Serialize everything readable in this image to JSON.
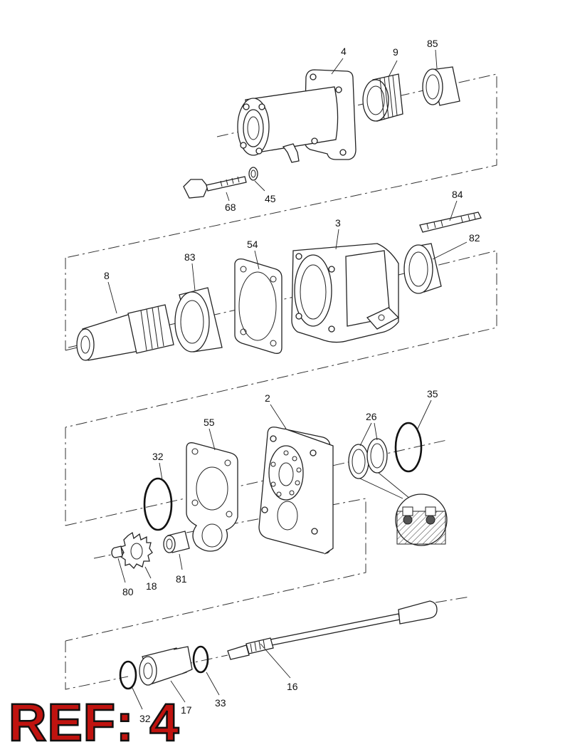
{
  "reference": {
    "label": "REF: 4",
    "color": "#c0130f"
  },
  "callouts": {
    "p4": "4",
    "p9": "9",
    "p85": "85",
    "p68": "68",
    "p45": "45",
    "p84": "84",
    "p3": "3",
    "p82": "82",
    "p54": "54",
    "p83": "83",
    "p8": "8",
    "p2": "2",
    "p35": "35",
    "p26": "26",
    "p55": "55",
    "p32a": "32",
    "p80": "80",
    "p18": "18",
    "p81": "81",
    "p16": "16",
    "p33": "33",
    "p17": "17",
    "p32b": "32"
  }
}
